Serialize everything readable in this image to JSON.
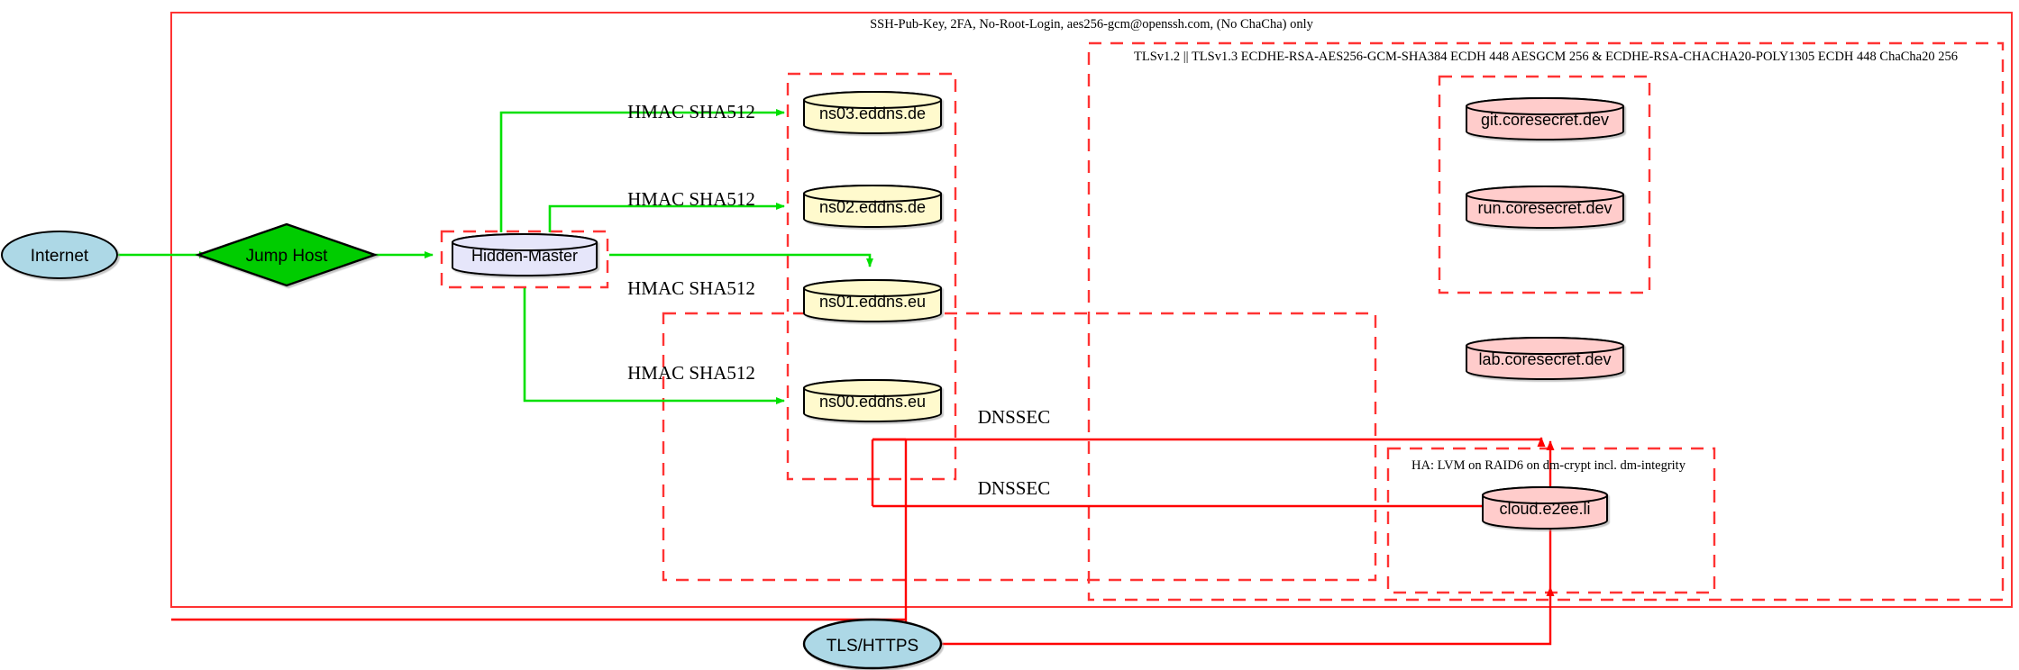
{
  "diagram": {
    "title": "Network infrastructure topology",
    "colors": {
      "cluster_border": "#ff3333",
      "ssh_edge": "#00e000",
      "tls_edge": "#ff0000",
      "node_ellipse_fill": "#add8e6",
      "node_diamond_fill": "#00cc00",
      "node_master_fill": "#e6e6fa",
      "node_dns_fill": "#fffacd",
      "node_service_fill": "#ffcccb",
      "node_stroke": "#000000"
    }
  },
  "clusters": {
    "ssh_zone": {
      "label": "SSH-Pub-Key, 2FA, No-Root-Login, aes256-gcm@openssh.com, (No ChaCha) only",
      "style": "solid"
    },
    "tls_zone": {
      "label": "TLSv1.2 || TLSv1.3 ECDHE-RSA-AES256-GCM-SHA384 ECDH 448 AESGCM 256 & ECDHE-RSA-CHACHA20-POLY1305 ECDH 448 ChaCha20 256",
      "style": "dashed"
    },
    "ha_zone": {
      "label": "HA: LVM on RAID6 on dm-crypt incl. dm-integrity",
      "style": "dashed"
    },
    "hidden_master_zone": {
      "label": "",
      "style": "dashed"
    },
    "dns_zone": {
      "label": "",
      "style": "dashed"
    },
    "coresecret_zone": {
      "label": "",
      "style": "dashed"
    },
    "dnssec_outer_zone": {
      "label": "",
      "style": "dashed"
    }
  },
  "nodes": {
    "internet": {
      "label": "Internet",
      "shape": "ellipse",
      "fill": "#add8e6"
    },
    "jump_host": {
      "label": "Jump Host",
      "shape": "diamond",
      "fill": "#00cc00"
    },
    "hidden_master": {
      "label": "Hidden-Master",
      "shape": "cylinder",
      "fill": "#e6e6fa"
    },
    "ns03": {
      "label": "ns03.eddns.de",
      "shape": "cylinder",
      "fill": "#fffacd"
    },
    "ns02": {
      "label": "ns02.eddns.de",
      "shape": "cylinder",
      "fill": "#fffacd"
    },
    "ns01": {
      "label": "ns01.eddns.eu",
      "shape": "cylinder",
      "fill": "#fffacd"
    },
    "ns00": {
      "label": "ns00.eddns.eu",
      "shape": "cylinder",
      "fill": "#fffacd"
    },
    "git": {
      "label": "git.coresecret.dev",
      "shape": "cylinder",
      "fill": "#ffcccb"
    },
    "run": {
      "label": "run.coresecret.dev",
      "shape": "cylinder",
      "fill": "#ffcccb"
    },
    "lab": {
      "label": "lab.coresecret.dev",
      "shape": "cylinder",
      "fill": "#ffcccb"
    },
    "cloud": {
      "label": "cloud.e2ee.li",
      "shape": "cylinder",
      "fill": "#ffcccb"
    },
    "tls_https": {
      "label": "TLS/HTTPS",
      "shape": "ellipse",
      "fill": "#add8e6"
    }
  },
  "edge_labels": {
    "hmac_ns03": "HMAC SHA512",
    "hmac_ns02": "HMAC SHA512",
    "hmac_ns01": "HMAC SHA512",
    "hmac_ns00": "HMAC SHA512",
    "dnssec_upper": "DNSSEC",
    "dnssec_lower": "DNSSEC"
  }
}
